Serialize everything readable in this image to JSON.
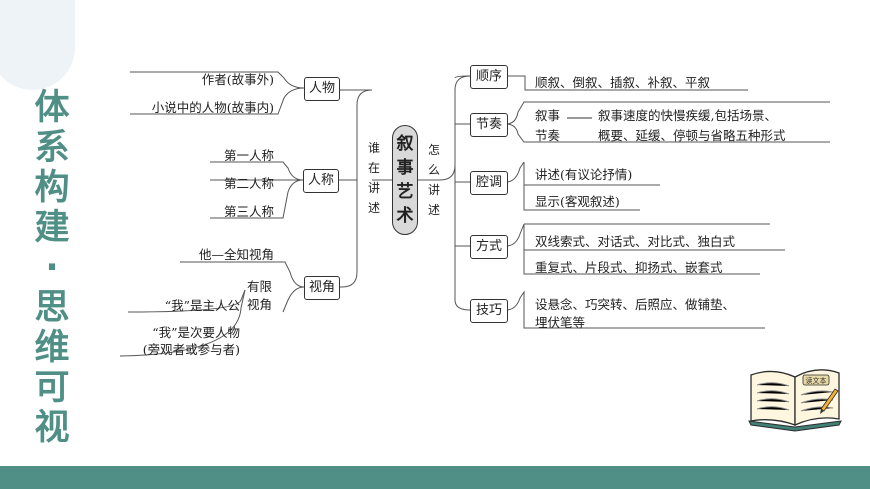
{
  "side_title": [
    "体",
    "系",
    "构",
    "建",
    "·",
    "思",
    "维",
    "可",
    "视"
  ],
  "center": {
    "chars": [
      "叙",
      "事",
      "艺",
      "术"
    ]
  },
  "left_label": [
    "谁",
    "在",
    "讲",
    "述"
  ],
  "right_label": [
    "怎",
    "么",
    "讲",
    "述"
  ],
  "left": {
    "renwu": {
      "label": "人物",
      "leaves": [
        "作者(故事外)",
        "小说中的人物(故事内)"
      ]
    },
    "rencheng": {
      "label": "人称",
      "leaves": [
        "第一人称",
        "第二人称",
        "第三人称"
      ]
    },
    "shijiao": {
      "label": "视角",
      "quanzhi": "他—全知视角",
      "youxian_line1": "有限",
      "youxian_line2": "视角",
      "youxian_leaves": [
        "“我”是主人公",
        "“我”是次要人物",
        "(旁观者或参与者)"
      ]
    }
  },
  "right": {
    "shunxu": {
      "label": "顺序",
      "leaf": "顺叙、倒叙、插叙、补叙、平叙"
    },
    "jiezou": {
      "label": "节奏",
      "sub1": "叙事",
      "sub2": "节奏",
      "desc1": "叙事速度的快慢疾缓,包括场景、",
      "desc2": "概要、延缓、停顿与省略五种形式"
    },
    "qiangdiao": {
      "label": "腔调",
      "leaves": [
        "讲述(有议论抒情)",
        "显示(客观叙述)"
      ]
    },
    "fangshi": {
      "label": "方式",
      "leaves": [
        "双线索式、对话式、对比式、独白式",
        "重复式、片段式、抑扬式、嵌套式"
      ]
    },
    "jiqiao": {
      "label": "技巧",
      "leaf1": "设悬念、巧突转、后照应、做铺垫、",
      "leaf2": "埋伏笔等"
    }
  },
  "book": {
    "page_text": "读文本"
  }
}
